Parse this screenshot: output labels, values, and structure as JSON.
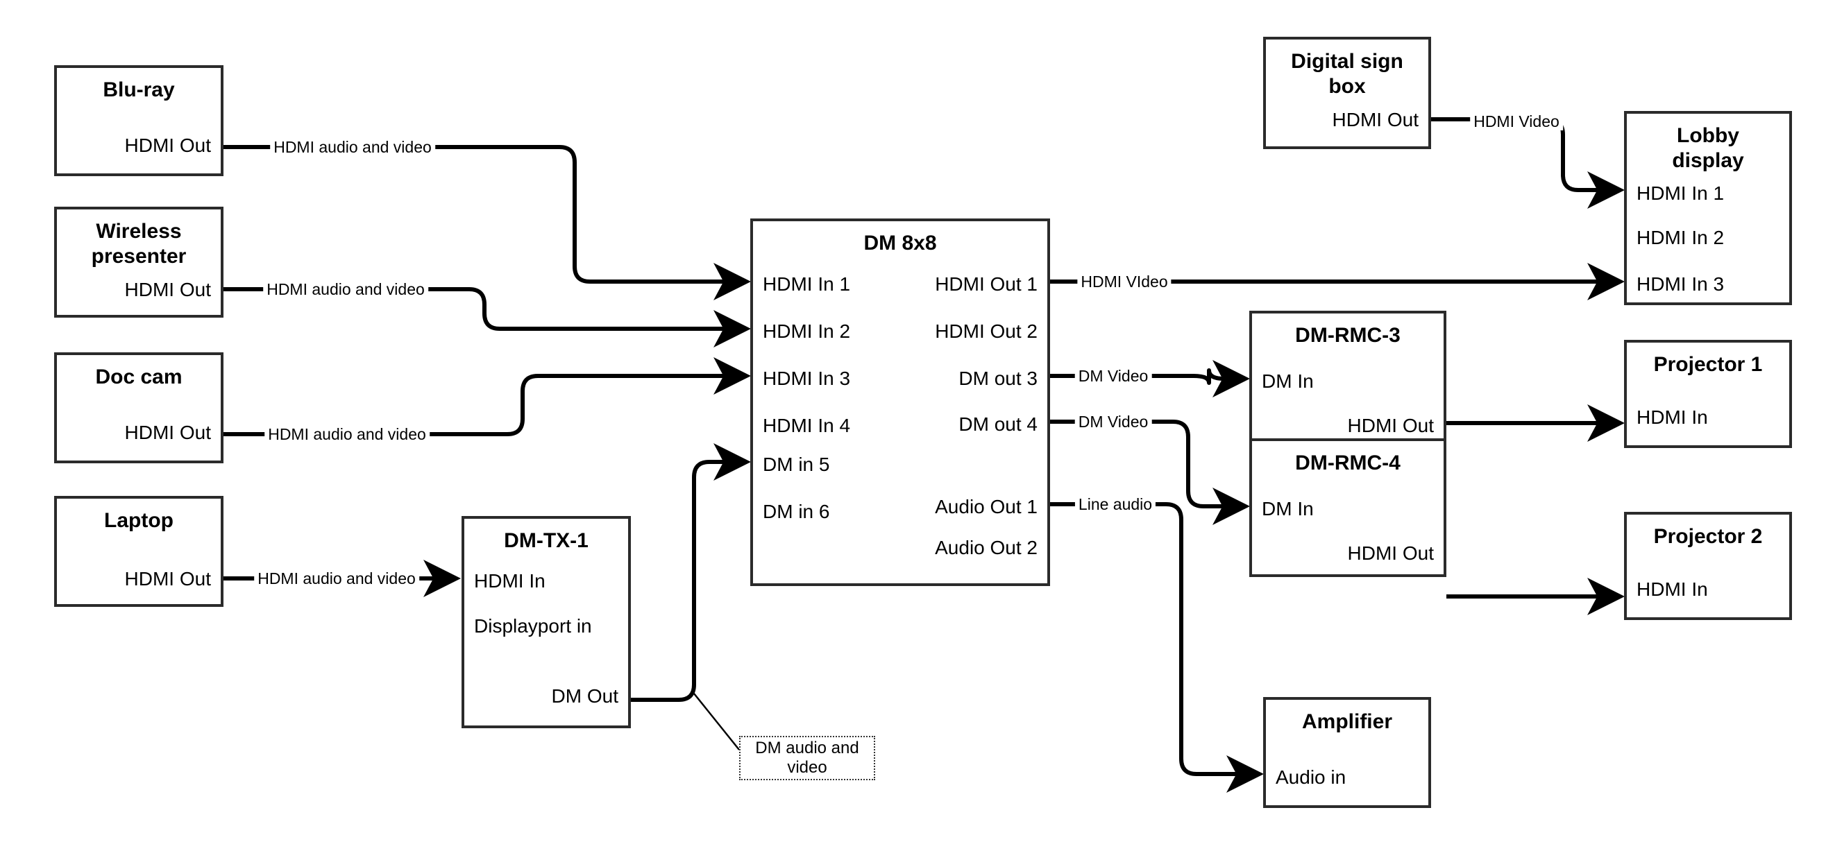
{
  "diagram": {
    "title": "AV signal flow diagram",
    "line_color": "#000000",
    "box_border_color": "#2b2b2b",
    "background": "#ffffff"
  },
  "nodes": {
    "bluray": {
      "title": "Blu-ray",
      "ports": [
        {
          "label": "HDMI Out",
          "side": "right"
        }
      ]
    },
    "wireless": {
      "title": "Wireless\npresenter",
      "ports": [
        {
          "label": "HDMI Out",
          "side": "right"
        }
      ]
    },
    "doccam": {
      "title": "Doc cam",
      "ports": [
        {
          "label": "HDMI Out",
          "side": "right"
        }
      ]
    },
    "laptop": {
      "title": "Laptop",
      "ports": [
        {
          "label": "HDMI Out",
          "side": "right"
        }
      ]
    },
    "dmtx1": {
      "title": "DM-TX-1",
      "ports": [
        {
          "label": "HDMI In",
          "side": "left"
        },
        {
          "label": "Displayport in",
          "side": "left"
        },
        {
          "label": "DM Out",
          "side": "right"
        }
      ]
    },
    "dm8x8": {
      "title": "DM 8x8",
      "inputs": [
        "HDMI In 1",
        "HDMI In 2",
        "HDMI In 3",
        "HDMI In 4",
        "DM in 5",
        "DM in 6"
      ],
      "outputs": [
        "HDMI Out 1",
        "HDMI Out 2",
        "DM out 3",
        "DM out 4",
        "Audio Out 1",
        "Audio Out 2"
      ]
    },
    "digitalsign": {
      "title": "Digital sign\nbox",
      "ports": [
        {
          "label": "HDMI Out",
          "side": "right"
        }
      ]
    },
    "lobby": {
      "title": "Lobby\ndisplay",
      "ports": [
        {
          "label": "HDMI In 1",
          "side": "left"
        },
        {
          "label": "HDMI In 2",
          "side": "left"
        },
        {
          "label": "HDMI In 3",
          "side": "left"
        }
      ]
    },
    "dmrmc3": {
      "title": "DM-RMC-3",
      "ports": [
        {
          "label": "DM In",
          "side": "left"
        },
        {
          "label": "HDMI Out",
          "side": "right"
        }
      ]
    },
    "dmrmc4": {
      "title": "DM-RMC-4",
      "ports": [
        {
          "label": "DM In",
          "side": "left"
        },
        {
          "label": "HDMI Out",
          "side": "right"
        }
      ]
    },
    "projector1": {
      "title": "Projector 1",
      "ports": [
        {
          "label": "HDMI In",
          "side": "left"
        }
      ]
    },
    "projector2": {
      "title": "Projector 2",
      "ports": [
        {
          "label": "HDMI In",
          "side": "left"
        }
      ]
    },
    "amplifier": {
      "title": "Amplifier",
      "ports": [
        {
          "label": "Audio in",
          "side": "left"
        }
      ]
    }
  },
  "edge_labels": {
    "bluray_to_in1": "HDMI audio and video",
    "wireless_to_in2": "HDMI audio and video",
    "doccam_to_in3": "HDMI audio and video",
    "laptop_to_tx": "HDMI audio and video",
    "sign_to_lobby1": "HDMI Video",
    "out1_to_lobby3": "HDMI VIdeo",
    "out3_to_rmc3": "DM Video",
    "out4_to_rmc4": "DM Video",
    "audio1_to_amp": "Line audio"
  },
  "callout": {
    "dm_out_cable": "DM audio and video"
  }
}
